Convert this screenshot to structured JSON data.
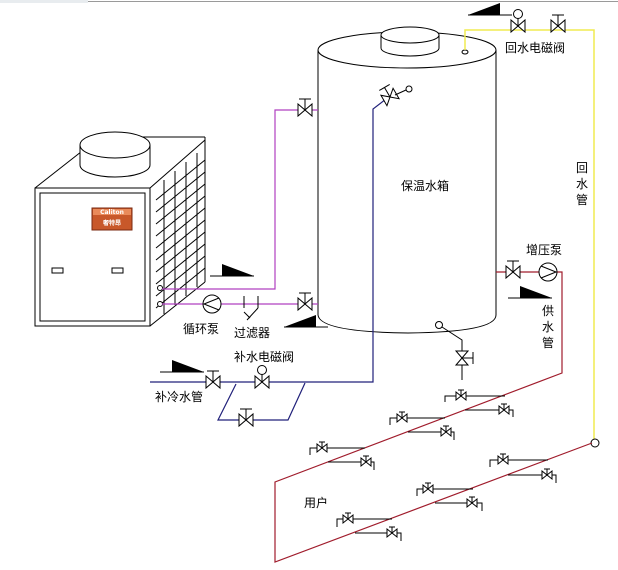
{
  "diagram": {
    "title": "空气能热水系统原理图",
    "colors": {
      "outline": "#000000",
      "circulation_pipe": "#b040c0",
      "cold_water_pipe": "#20207a",
      "supply_pipe": "#a01c2c",
      "return_pipe": "#f0ec50",
      "logo_bg": "#c8582a"
    },
    "labels": {
      "tank": "保温水箱",
      "return_solenoid": "回水电磁阀",
      "return_pipe": [
        "回",
        "水",
        "管"
      ],
      "booster_pump": "增压泵",
      "supply_pipe": [
        "供",
        "水",
        "管"
      ],
      "circulation_pump": "循环泵",
      "filter": "过滤器",
      "makeup_solenoid": "补水电磁阀",
      "cold_makeup_pipe": "补冷水管",
      "users": "用户"
    },
    "heat_pump_unit": {
      "logo_line1": "Caliton",
      "logo_line2": "奢特昂"
    },
    "icons": [
      "heat-pump-unit-icon",
      "storage-tank-icon",
      "gate-valve-icon",
      "solenoid-valve-icon",
      "pump-icon",
      "filter-icon",
      "safety-valve-icon",
      "flow-arrow-icon",
      "user-valve-icon"
    ]
  }
}
